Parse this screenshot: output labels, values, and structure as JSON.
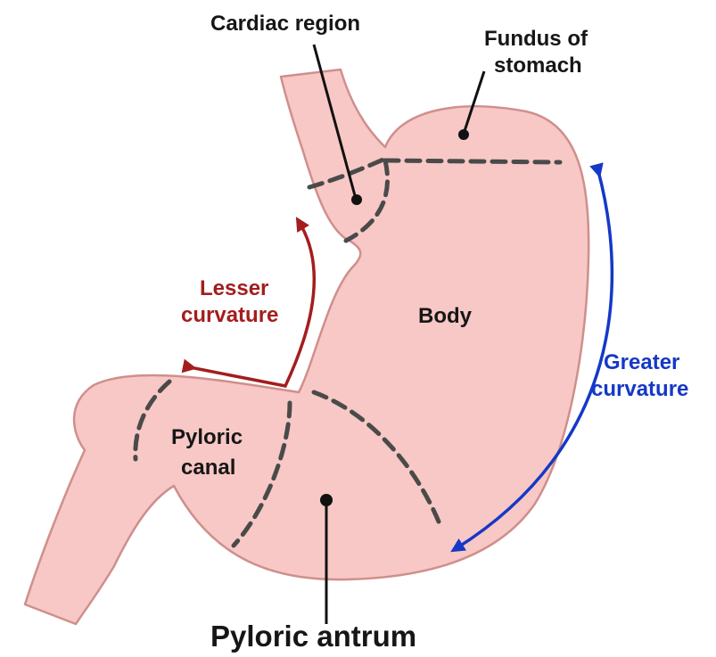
{
  "labels": {
    "cardiac_region": "Cardiac region",
    "fundus_line1": "Fundus of",
    "fundus_line2": "stomach",
    "body": "Body",
    "lesser_line1": "Lesser",
    "lesser_line2": "curvature",
    "greater_line1": "Greater",
    "greater_line2": "curvature",
    "pyloric_canal_line1": "Pyloric",
    "pyloric_canal_line2": "canal",
    "pyloric_antrum": "Pyloric antrum"
  },
  "colors": {
    "stomach_fill": "#f7c8c5",
    "stomach_outline": "#cf8f8c",
    "region_divider": "#4a4a4a",
    "leader_line": "#111111",
    "lesser_curvature_arrow": "#a41d1d",
    "greater_curvature_arrow": "#1538c7",
    "label_text": "#161616"
  }
}
